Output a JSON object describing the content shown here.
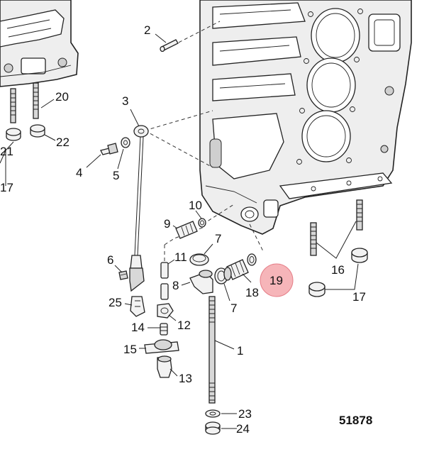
{
  "diagram": {
    "figure_number": "51878",
    "highlight_color": "#f4a3a8",
    "highlighted_callout": "19",
    "callouts": {
      "c1": "1",
      "c2": "2",
      "c3": "3",
      "c4": "4",
      "c5": "5",
      "c6": "6",
      "c7a": "7",
      "c7b": "7",
      "c8": "8",
      "c9": "9",
      "c10": "10",
      "c11": "11",
      "c12": "12",
      "c13": "13",
      "c14": "14",
      "c15": "15",
      "c16": "16",
      "c17a": "17",
      "c17b": "17",
      "c18": "18",
      "c19": "19",
      "c20": "20",
      "c21": "21",
      "c22": "22",
      "c23": "23",
      "c24": "24",
      "c25": "25"
    }
  }
}
